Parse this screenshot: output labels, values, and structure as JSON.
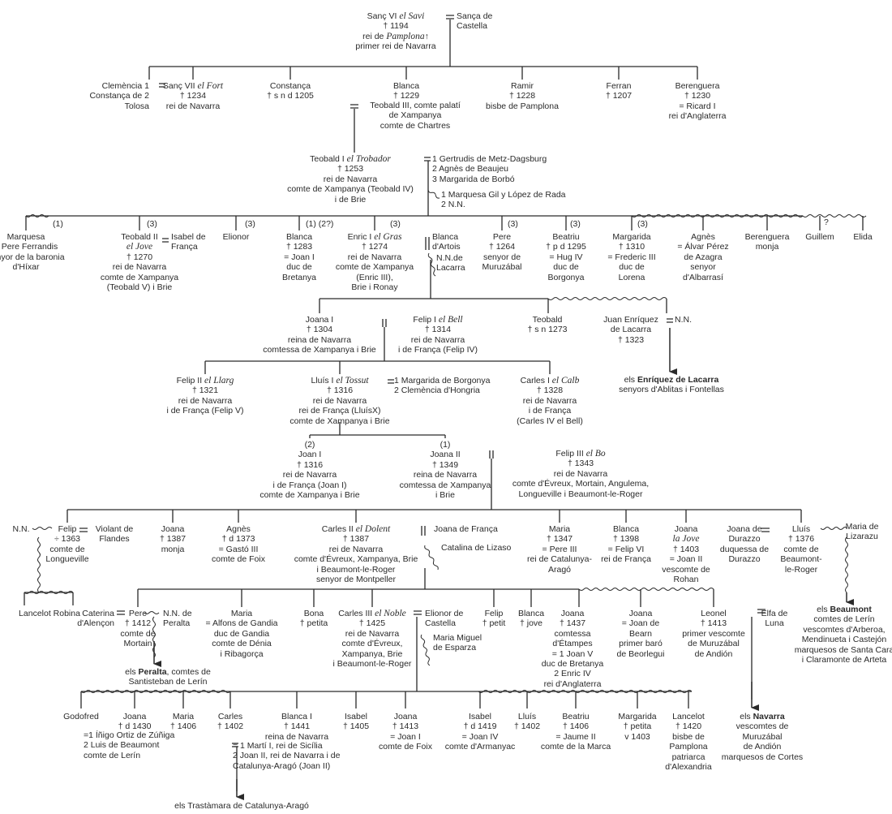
{
  "people": [
    {
      "id": "sanc6",
      "lines": [
        "Sanç VI *el Savi*",
        "† 1194",
        "rei de *Pamplona*↑",
        "primer rei de Navarra"
      ]
    },
    {
      "id": "sanca",
      "lines": [
        "Sança de",
        "Castella"
      ]
    },
    {
      "id": "clemencia",
      "lines": [
        "Clemència 1",
        "Constança de 2",
        "Tolosa"
      ]
    },
    {
      "id": "sanc7",
      "lines": [
        "Sanç VII *el Fort*",
        "† 1234",
        "rei de Navarra"
      ]
    },
    {
      "id": "constanca1",
      "lines": [
        "Constança",
        "† s n d 1205"
      ]
    },
    {
      "id": "blanca1229",
      "lines": [
        "Blanca",
        "† 1229"
      ]
    },
    {
      "id": "teobald3",
      "lines": [
        "Teobald III, comte palatí",
        "de Xampanya",
        "comte de Chartres"
      ]
    },
    {
      "id": "ramir",
      "lines": [
        "Ramir",
        "† 1228",
        "bisbe de Pamplona"
      ]
    },
    {
      "id": "ferran",
      "lines": [
        "Ferran",
        "† 1207"
      ]
    },
    {
      "id": "berenguera1",
      "lines": [
        "Berenguera",
        "† 1230",
        "= Ricard I",
        "rei d'Anglaterra"
      ]
    },
    {
      "id": "teobald1",
      "lines": [
        "Teobald I *el Trobador*",
        "† 1253",
        "rei de Navarra",
        "comte de Xampanya (Teobald IV)",
        "i de Brie"
      ]
    },
    {
      "id": "teobald1_wives",
      "lines": [
        "1 Gertrudis de Metz-Dagsburg",
        "2 Agnès de Beaujeu",
        "3 Margarida de Borbó"
      ]
    },
    {
      "id": "teobald1_partners",
      "lines": [
        "1 Marquesa Gil y López de Rada",
        "2 N.N."
      ]
    },
    {
      "id": "marquesa",
      "lines": [
        "Marquesa",
        "= Pere Ferrandis",
        "senyor de la baronia",
        "d'Híxar"
      ]
    },
    {
      "id": "teobald2",
      "lines": [
        "Teobald II",
        "*el Jove*",
        "† 1270",
        "rei de Navarra",
        "comte de Xampanya",
        "(Teobald V) i Brie"
      ]
    },
    {
      "id": "isabel_franca",
      "lines": [
        "Isabel de",
        "França"
      ]
    },
    {
      "id": "elionor1",
      "lines": [
        "Elionor"
      ]
    },
    {
      "id": "blanca1283",
      "lines": [
        "Blanca",
        "† 1283",
        "= Joan I",
        "duc de",
        "Bretanya"
      ]
    },
    {
      "id": "enric1",
      "lines": [
        "Enric I *el Gras*",
        "† 1274",
        "rei de Navarra",
        "comte de Xampanya",
        "(Enric III),",
        "Brie i Ronay"
      ]
    },
    {
      "id": "blanca_artois",
      "lines": [
        "Blanca",
        "d'Artois"
      ]
    },
    {
      "id": "nn_lacarra",
      "lines": [
        "N.N.de",
        "Lacarra"
      ]
    },
    {
      "id": "pere1264",
      "lines": [
        "Pere",
        "† 1264",
        "senyor de",
        "Muruzábal"
      ]
    },
    {
      "id": "beatriu1295",
      "lines": [
        "Beatriu",
        "† p d 1295",
        "= Hug IV",
        "duc de",
        "Borgonya"
      ]
    },
    {
      "id": "margarida1310",
      "lines": [
        "Margarida",
        "† 1310",
        "= Frederic III",
        "duc de",
        "Lorena"
      ]
    },
    {
      "id": "agnes_azagra",
      "lines": [
        "Agnès",
        "= Álvar Pérez",
        "de Azagra",
        "senyor",
        "d'Albarrasí"
      ]
    },
    {
      "id": "berenguera_monja",
      "lines": [
        "Berenguera",
        "monja"
      ]
    },
    {
      "id": "guillem",
      "lines": [
        "Guillem"
      ]
    },
    {
      "id": "elida",
      "lines": [
        "Elida"
      ]
    },
    {
      "id": "joana1",
      "lines": [
        "Joana I",
        "† 1304",
        "reina de Navarra",
        "comtessa de Xampanya i Brie"
      ]
    },
    {
      "id": "felip1",
      "lines": [
        "Felip I *el Bell*",
        "† 1314",
        "rei de Navarra",
        "i de França (Felip IV)"
      ]
    },
    {
      "id": "teobald1273",
      "lines": [
        "Teobald",
        "† s n 1273"
      ]
    },
    {
      "id": "juan_enriquez",
      "lines": [
        "Juan Enríquez",
        "de Lacarra",
        "† 1323"
      ]
    },
    {
      "id": "nn2",
      "lines": [
        "N.N."
      ]
    },
    {
      "id": "enriquez_desc",
      "lines": [
        "els **Enríquez de Lacarra**",
        "senyors d'Ablitas i Fontellas"
      ]
    },
    {
      "id": "felip2",
      "lines": [
        "Felip II *el Llarg*",
        "† 1321",
        "rei de Navarra",
        "i de França (Felip V)"
      ]
    },
    {
      "id": "lluis1",
      "lines": [
        "Lluís I *el Tossut*",
        "† 1316",
        "rei de Navarra",
        "rei de França (LluísX)",
        "comte de Xampanya i Brie"
      ]
    },
    {
      "id": "lluis1_wives",
      "lines": [
        "1 Margarida de Borgonya",
        "2 Clemència d'Hongria"
      ]
    },
    {
      "id": "carles1",
      "lines": [
        "Carles I *el Calb*",
        "† 1328",
        "rei de Navarra",
        "i de França",
        "(Carles IV el Bell)"
      ]
    },
    {
      "id": "joan1",
      "lines": [
        "(2)",
        "Joan I",
        "† 1316",
        "rei de Navarra",
        "i de França (Joan I)",
        "comte de Xampanya i Brie"
      ]
    },
    {
      "id": "joana2",
      "lines": [
        "(1)",
        "Joana II",
        "† 1349",
        "reina de Navarra",
        "comtessa de Xampanya",
        "i Brie"
      ]
    },
    {
      "id": "felip3",
      "lines": [
        "Felip III *el Bo*",
        "† 1343",
        "rei de Navarra",
        "comte d'Évreux, Mortain, Angulema,",
        "Longueville i Beaumont-le-Roger"
      ]
    },
    {
      "id": "nn_felip",
      "lines": [
        "N.N."
      ]
    },
    {
      "id": "felip1363",
      "lines": [
        "Felip",
        "÷ 1363",
        "comte de",
        "Longueville"
      ]
    },
    {
      "id": "violant",
      "lines": [
        "Violant de",
        "Flandes"
      ]
    },
    {
      "id": "lancelot_robina",
      "lines": [
        "Lancelot  Robina"
      ]
    },
    {
      "id": "joana1387",
      "lines": [
        "Joana",
        "† 1387",
        "monja"
      ]
    },
    {
      "id": "agnes1373",
      "lines": [
        "Agnès",
        "† d 1373",
        "= Gastó III",
        "comte de Foix"
      ]
    },
    {
      "id": "carles2",
      "lines": [
        "Carles II *el Dolent*",
        "† 1387",
        "rei de Navarra",
        "comte d'Évreux, Xampanya, Brie",
        "i Beaumont-le-Roger",
        "senyor de Montpeller"
      ]
    },
    {
      "id": "joana_franca",
      "lines": [
        "Joana de França"
      ]
    },
    {
      "id": "catalina_lizaso",
      "lines": [
        "Catalina de Lizaso"
      ]
    },
    {
      "id": "maria1347",
      "lines": [
        "Maria",
        "† 1347",
        "= Pere III",
        "rei de Catalunya-",
        "Aragó"
      ]
    },
    {
      "id": "blanca1398",
      "lines": [
        "Blanca",
        "† 1398",
        "= Felip VI",
        "rei de França"
      ]
    },
    {
      "id": "joana_jove",
      "lines": [
        "Joana",
        "*la Jove*",
        "† 1403",
        "= Joan II",
        "vescomte de",
        "Rohan"
      ]
    },
    {
      "id": "joana_durazzo",
      "lines": [
        "Joana de",
        "Durazzo",
        "duquessa de",
        "Durazzo"
      ]
    },
    {
      "id": "lluis1376",
      "lines": [
        "Lluís",
        "† 1376",
        "comte de",
        "Beaumont-",
        "le-Roger"
      ]
    },
    {
      "id": "maria_lizarazu",
      "lines": [
        "Maria de",
        "Lizarazu"
      ]
    },
    {
      "id": "caterina",
      "lines": [
        "Caterina",
        "d'Alençon"
      ]
    },
    {
      "id": "pere1412",
      "lines": [
        "Pere",
        "† 1412",
        "comte de",
        "Mortain"
      ]
    },
    {
      "id": "nn_peralta",
      "lines": [
        "N.N. de",
        "Peralta"
      ]
    },
    {
      "id": "peralta_desc",
      "lines": [
        "els **Peralta**, comtes de",
        "Santisteban de Lerín"
      ]
    },
    {
      "id": "maria_gandia",
      "lines": [
        "Maria",
        "= Alfons de Gandia",
        "duc de Gandia",
        "comte de Dénia",
        "i Ribagorça"
      ]
    },
    {
      "id": "bona",
      "lines": [
        "Bona",
        "† petita"
      ]
    },
    {
      "id": "carles3",
      "lines": [
        "Carles III *el Noble*",
        "† 1425",
        "rei de Navarra",
        "comte d'Évreux,",
        "Xampanya, Brie",
        "i Beaumont-le-Roger"
      ]
    },
    {
      "id": "elionor_castella",
      "lines": [
        "Elionor de",
        "Castella"
      ]
    },
    {
      "id": "maria_miguel",
      "lines": [
        "Maria Miguel",
        "de Esparza"
      ]
    },
    {
      "id": "felip_petit",
      "lines": [
        "Felip",
        "† petit"
      ]
    },
    {
      "id": "blanca_jove",
      "lines": [
        "Blanca",
        "† jove"
      ]
    },
    {
      "id": "joana1437",
      "lines": [
        "Joana",
        "† 1437",
        "comtessa",
        "d'Étampes",
        "= 1 Joan V",
        "duc de Bretanya",
        "2 Enric IV",
        "rei d'Anglaterra"
      ]
    },
    {
      "id": "joana_bearn",
      "lines": [
        "Joana",
        "= Joan de",
        "Bearn",
        "primer baró",
        "de Beorlegui"
      ]
    },
    {
      "id": "leonel",
      "lines": [
        "Leonel",
        "† 1413",
        "primer vescomte",
        "de Muruzábal",
        "de Andión"
      ]
    },
    {
      "id": "elfa",
      "lines": [
        "Elfa de",
        "Luna"
      ]
    },
    {
      "id": "beaumont_desc",
      "lines": [
        "els **Beaumont**",
        "comtes de Lerín",
        "vescomtes d'Arberoa,",
        "Mendinueta i Castejón",
        "marquesos de Santa Cara",
        "i Claramonte de Arteta"
      ]
    },
    {
      "id": "godofred",
      "lines": [
        "Godofred"
      ]
    },
    {
      "id": "joana1430",
      "lines": [
        "Joana",
        "† d 1430"
      ]
    },
    {
      "id": "joana1430_sp",
      "lines": [
        "=1 Íñigo Ortiz de Zúñiga",
        "2 Luis de Beaumont",
        "comte de Lerín"
      ]
    },
    {
      "id": "maria1406",
      "lines": [
        "Maria",
        "† 1406"
      ]
    },
    {
      "id": "carles1402",
      "lines": [
        "Carles",
        "† 1402"
      ]
    },
    {
      "id": "blanca1441",
      "lines": [
        "Blanca I",
        "† 1441",
        "reina de Navarra"
      ]
    },
    {
      "id": "blanca1441_sp",
      "lines": [
        "= 1 Martí I, rei de Sicília",
        "2 Joan II, rei de Navarra i de",
        "Catalunya-Aragó (Joan II)"
      ]
    },
    {
      "id": "isabel1405",
      "lines": [
        "Isabel",
        "† 1405"
      ]
    },
    {
      "id": "joana1413",
      "lines": [
        "Joana",
        "† 1413",
        "= Joan I",
        "comte de Foix"
      ]
    },
    {
      "id": "isabel1419",
      "lines": [
        "Isabel",
        "† d 1419",
        "= Joan IV",
        "comte d'Armanyac"
      ]
    },
    {
      "id": "lluis1402",
      "lines": [
        "Lluís",
        "† 1402"
      ]
    },
    {
      "id": "beatriu1406",
      "lines": [
        "Beatriu",
        "† 1406",
        "= Jaume II",
        "comte de la Marca"
      ]
    },
    {
      "id": "margarida_petita",
      "lines": [
        "Margarida",
        "† petita",
        "v 1403"
      ]
    },
    {
      "id": "lancelot1420",
      "lines": [
        "Lancelot",
        "† 1420",
        "bisbe de",
        "Pamplona",
        "patriarca",
        "d'Alexandria"
      ]
    },
    {
      "id": "navarra_desc",
      "lines": [
        "els **Navarra**",
        "vescomtes de",
        "Muruzábal",
        "de Andión",
        "marquesos de Cortes"
      ]
    },
    {
      "id": "trastamara",
      "lines": [
        "els Trastàmara de Catalunya-Aragó"
      ]
    }
  ],
  "markers": [
    {
      "id": "m_marquesa",
      "text": "(1)"
    },
    {
      "id": "m_teobald2",
      "text": "(3)"
    },
    {
      "id": "m_elionor",
      "text": "(3)"
    },
    {
      "id": "m_blanca1283",
      "text": "(1) (2?)"
    },
    {
      "id": "m_enric1",
      "text": "(3)"
    },
    {
      "id": "m_pere1264",
      "text": "(3)"
    },
    {
      "id": "m_beatriu1295",
      "text": "(3)"
    },
    {
      "id": "m_margarida1310",
      "text": "(3)"
    },
    {
      "id": "m_guillem",
      "text": "?"
    }
  ]
}
